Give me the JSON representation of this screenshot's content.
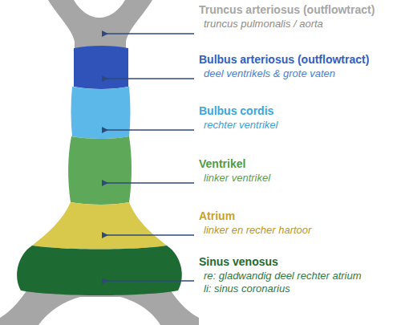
{
  "diagram": {
    "nodes": [
      {
        "text": [
          "Truncus arteriosus (outflowtract)",
          "truncus pulmonalis / aorta"
        ]
      },
      {
        "text": [
          "Bulbus arteriosus (outflowtract)",
          "deel ventrikels & grote vaten"
        ]
      },
      {
        "text": [
          "Bulbus cordis",
          "rechter ventrikel"
        ]
      },
      {
        "text": [
          "Ventrikel",
          "linker ventrikel"
        ]
      },
      {
        "text": [
          "Atrium",
          "linker en recher hartoor"
        ]
      },
      {
        "text": [
          "Sinus venosus",
          "re: gladwandig deel rechter atrium",
          "li: sinus coronarius"
        ]
      }
    ]
  }
}
